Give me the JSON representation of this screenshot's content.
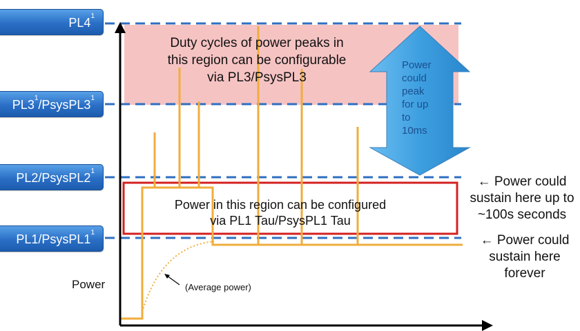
{
  "levels": {
    "pl4": {
      "name": "PL4",
      "sup": "1"
    },
    "pl3": {
      "name": "PL3",
      "sup": "1",
      "sep": "/PsysPL3",
      "sup2": "1"
    },
    "pl2": {
      "name": "PL2/PsysPL2",
      "sup": "1"
    },
    "pl1": {
      "name": "PL1/PsysPL1",
      "sup": "1"
    }
  },
  "regions": {
    "upper": {
      "line1": "Duty cycles of power peaks in",
      "line2": "this region can be configurable",
      "line3": "via PL3/PsysPL3"
    },
    "middle": {
      "line1": "Power in this region can be configured",
      "line2": "via PL1 Tau/PsysPL1 Tau"
    }
  },
  "arrow_note": {
    "line1": "Power",
    "line2": "could",
    "line3": "peak",
    "line4": "for up",
    "line5": "to",
    "line6": "10ms"
  },
  "side_notes": {
    "sustain_100s": {
      "line1": "← Power could",
      "line2": "sustain here up to",
      "line3": "~100s seconds"
    },
    "sustain_forever": {
      "line1": "← Power could",
      "line2": "sustain here",
      "line3": "forever"
    }
  },
  "axis": {
    "y_label": "Power",
    "average_label": "(Average power)"
  },
  "colors": {
    "label_blue": "#2a6fc6",
    "dash_blue": "#2f6fc0",
    "pink_region": "#f6c3c3",
    "red_border": "#d42020",
    "power_orange": "#f0ad3c",
    "arrow_blue": "#4aa3e0"
  }
}
